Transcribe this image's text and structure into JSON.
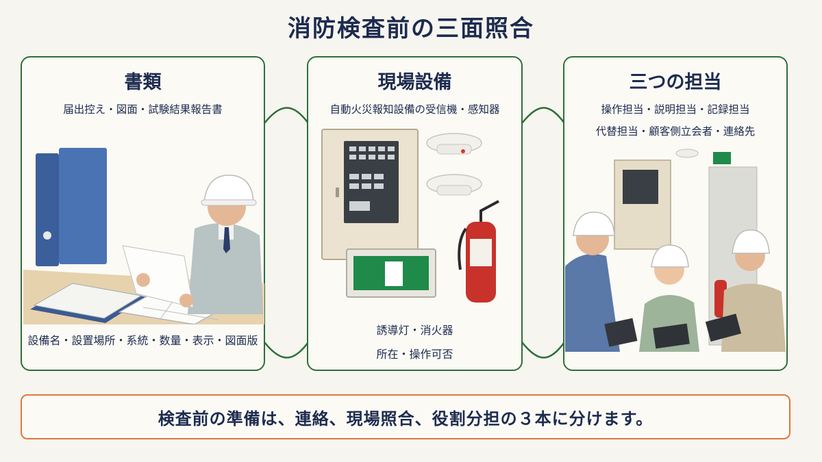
{
  "title": "消防検査前の三面照合",
  "panels": {
    "documents": {
      "heading": "書類",
      "subtitle": "届出控え・図面・試験結果報告書",
      "note": "設備名・設置場所・系統・数量・表示・図面版"
    },
    "site": {
      "heading": "現場設備",
      "subtitle": "自動火災報知設備の受信機・感知器",
      "note_line1": "誘導灯・消火器",
      "note_line2": "所在・操作可否"
    },
    "staff": {
      "heading": "三つの担当",
      "subtitle_line1": "操作担当・説明担当・記録担当",
      "subtitle_line2": "代替担当・顧客側立会者・連絡先"
    }
  },
  "footer": "検査前の準備は、連絡、現場照合、役割分担の３本に分けます。",
  "colors": {
    "panel_border": "#2e6e3a",
    "footer_border": "#e2763a",
    "title_text": "#1d2b4f"
  }
}
